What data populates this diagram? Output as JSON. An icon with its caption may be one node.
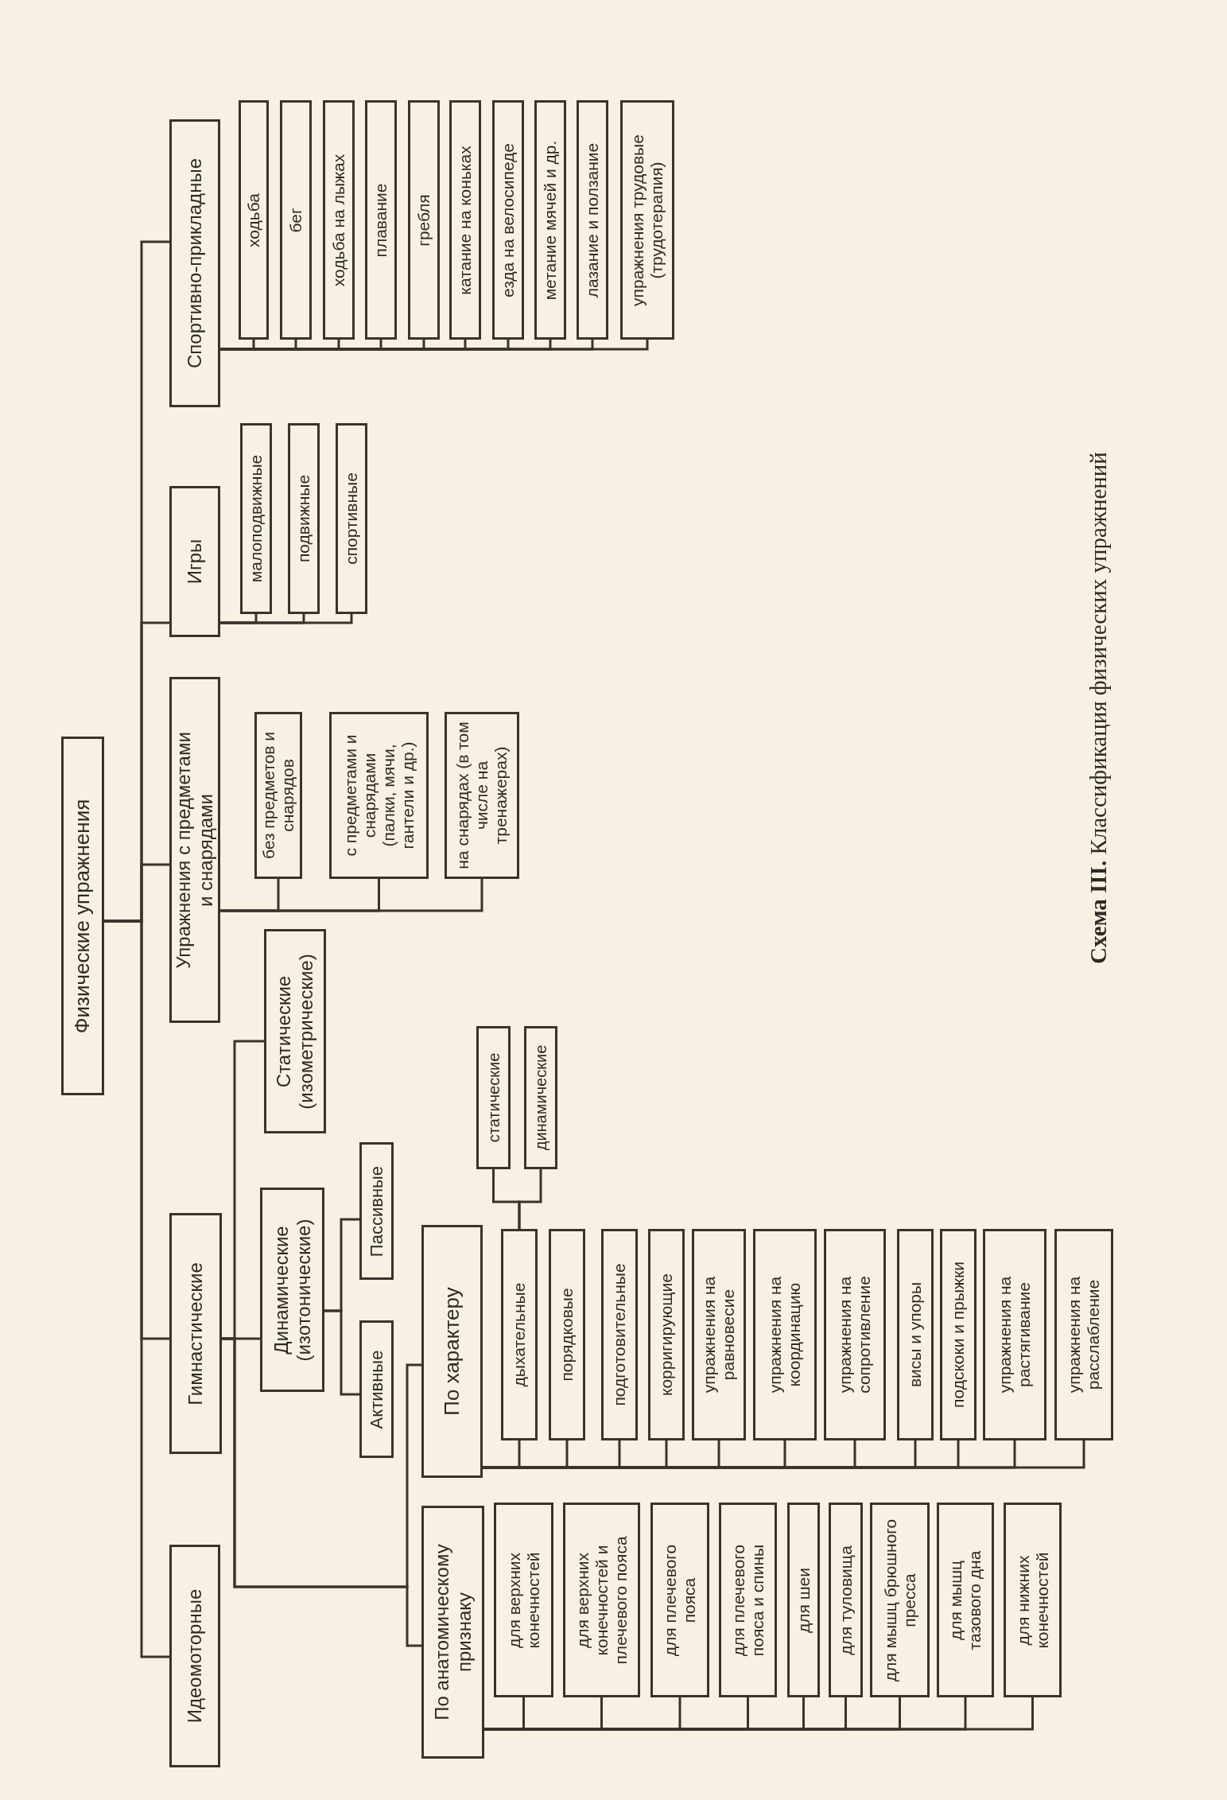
{
  "diagram": {
    "caption": "**Схема III.** Классификация физических упражнений",
    "nodes": [
      {
        "text": [
          "Физические упражнения"
        ]
      },
      {
        "text": [
          "Спортивно-прикладные"
        ]
      },
      {
        "text": [
          "ходьба"
        ]
      },
      {
        "text": [
          "бег"
        ]
      },
      {
        "text": [
          "ходьба на лыжах"
        ]
      },
      {
        "text": [
          "плавание"
        ]
      },
      {
        "text": [
          "гребля"
        ]
      },
      {
        "text": [
          "катание на коньках"
        ]
      },
      {
        "text": [
          "езда на велосипеде"
        ]
      },
      {
        "text": [
          "метание мячей и др."
        ]
      },
      {
        "text": [
          "лазание и ползание"
        ]
      },
      {
        "text": [
          "упражнения трудовые (трудотерапия)"
        ]
      },
      {
        "text": [
          "Игры"
        ]
      },
      {
        "text": [
          "малоподвижные"
        ]
      },
      {
        "text": [
          "подвижные"
        ]
      },
      {
        "text": [
          "спортивные"
        ]
      },
      {
        "text": [
          "Упражнения с предметами и снарядами"
        ]
      },
      {
        "text": [
          "без предметов и снарядов"
        ]
      },
      {
        "text": [
          "с предметами и снарядами (палки, мячи, гантели и др.)"
        ]
      },
      {
        "text": [
          "на снарядах (в том числе на тренажерах)"
        ]
      },
      {
        "text": [
          "Гимнастические"
        ]
      },
      {
        "text": [
          "Статические (изометрические)"
        ]
      },
      {
        "text": [
          "Динамические (изотонические)"
        ]
      },
      {
        "text": [
          "Пассивные"
        ]
      },
      {
        "text": [
          "Активные"
        ]
      },
      {
        "text": [
          "По характеру"
        ]
      },
      {
        "text": [
          "дыхательные"
        ]
      },
      {
        "text": [
          "порядковые"
        ]
      },
      {
        "text": [
          "подготовительные"
        ]
      },
      {
        "text": [
          "корригирующие"
        ]
      },
      {
        "text": [
          "упражнения на равновесие"
        ]
      },
      {
        "text": [
          "упражнения на координацию"
        ]
      },
      {
        "text": [
          "упражнения на сопротивление"
        ]
      },
      {
        "text": [
          "висы и упоры"
        ]
      },
      {
        "text": [
          "подскоки и прыжки"
        ]
      },
      {
        "text": [
          "упражнения на растягивание"
        ]
      },
      {
        "text": [
          "упражнения на расслабление"
        ]
      },
      {
        "text": [
          "статические"
        ]
      },
      {
        "text": [
          "динамические"
        ]
      },
      {
        "text": [
          "По анатомическому признаку"
        ]
      },
      {
        "text": [
          "для верхних конечностей"
        ]
      },
      {
        "text": [
          "для верхних конечностей и плечевого пояса"
        ]
      },
      {
        "text": [
          "для плечевого пояса"
        ]
      },
      {
        "text": [
          "для плечевого пояса и спины"
        ]
      },
      {
        "text": [
          "для шеи"
        ]
      },
      {
        "text": [
          "для туловища"
        ]
      },
      {
        "text": [
          "для мышц брюшного пресса"
        ]
      },
      {
        "text": [
          "для мышц тазового дна"
        ]
      },
      {
        "text": [
          "для нижних конечностей"
        ]
      },
      {
        "text": [
          "Идеомоторные"
        ]
      }
    ],
    "edges": [
      {
        "from": 0,
        "to": 1,
        "arrow": "none"
      },
      {
        "from": 0,
        "to": 12,
        "arrow": "none"
      },
      {
        "from": 0,
        "to": 16,
        "arrow": "none"
      },
      {
        "from": 0,
        "to": 20,
        "arrow": "none"
      },
      {
        "from": 0,
        "to": 49,
        "arrow": "none"
      },
      {
        "from": 1,
        "to": 2,
        "arrow": "none"
      },
      {
        "from": 1,
        "to": 3,
        "arrow": "none"
      },
      {
        "from": 1,
        "to": 4,
        "arrow": "none"
      },
      {
        "from": 1,
        "to": 5,
        "arrow": "none"
      },
      {
        "from": 1,
        "to": 6,
        "arrow": "none"
      },
      {
        "from": 1,
        "to": 7,
        "arrow": "none"
      },
      {
        "from": 1,
        "to": 8,
        "arrow": "none"
      },
      {
        "from": 1,
        "to": 9,
        "arrow": "none"
      },
      {
        "from": 1,
        "to": 10,
        "arrow": "none"
      },
      {
        "from": 1,
        "to": 11,
        "arrow": "none"
      },
      {
        "from": 12,
        "to": 13,
        "arrow": "none"
      },
      {
        "from": 12,
        "to": 14,
        "arrow": "none"
      },
      {
        "from": 12,
        "to": 15,
        "arrow": "none"
      },
      {
        "from": 16,
        "to": 17,
        "arrow": "none"
      },
      {
        "from": 16,
        "to": 18,
        "arrow": "none"
      },
      {
        "from": 16,
        "to": 19,
        "arrow": "none"
      },
      {
        "from": 20,
        "to": 21,
        "arrow": "none"
      },
      {
        "from": 20,
        "to": 22,
        "arrow": "none"
      },
      {
        "from": 20,
        "to": 25,
        "arrow": "none"
      },
      {
        "from": 20,
        "to": 39,
        "arrow": "none"
      },
      {
        "from": 22,
        "to": 23,
        "arrow": "none"
      },
      {
        "from": 22,
        "to": 24,
        "arrow": "none"
      },
      {
        "from": 25,
        "to": 26,
        "arrow": "none"
      },
      {
        "from": 25,
        "to": 27,
        "arrow": "none"
      },
      {
        "from": 25,
        "to": 28,
        "arrow": "none"
      },
      {
        "from": 25,
        "to": 29,
        "arrow": "none"
      },
      {
        "from": 25,
        "to": 30,
        "arrow": "none"
      },
      {
        "from": 25,
        "to": 31,
        "arrow": "none"
      },
      {
        "from": 25,
        "to": 32,
        "arrow": "none"
      },
      {
        "from": 25,
        "to": 33,
        "arrow": "none"
      },
      {
        "from": 25,
        "to": 34,
        "arrow": "none"
      },
      {
        "from": 25,
        "to": 35,
        "arrow": "none"
      },
      {
        "from": 25,
        "to": 36,
        "arrow": "none"
      },
      {
        "from": 26,
        "to": 37,
        "arrow": "none"
      },
      {
        "from": 26,
        "to": 38,
        "arrow": "none"
      },
      {
        "from": 39,
        "to": 40,
        "arrow": "none"
      },
      {
        "from": 39,
        "to": 41,
        "arrow": "none"
      },
      {
        "from": 39,
        "to": 42,
        "arrow": "none"
      },
      {
        "from": 39,
        "to": 43,
        "arrow": "none"
      },
      {
        "from": 39,
        "to": 44,
        "arrow": "none"
      },
      {
        "from": 39,
        "to": 45,
        "arrow": "none"
      },
      {
        "from": 39,
        "to": 46,
        "arrow": "none"
      },
      {
        "from": 39,
        "to": 47,
        "arrow": "none"
      },
      {
        "from": 39,
        "to": 48,
        "arrow": "none"
      }
    ]
  }
}
